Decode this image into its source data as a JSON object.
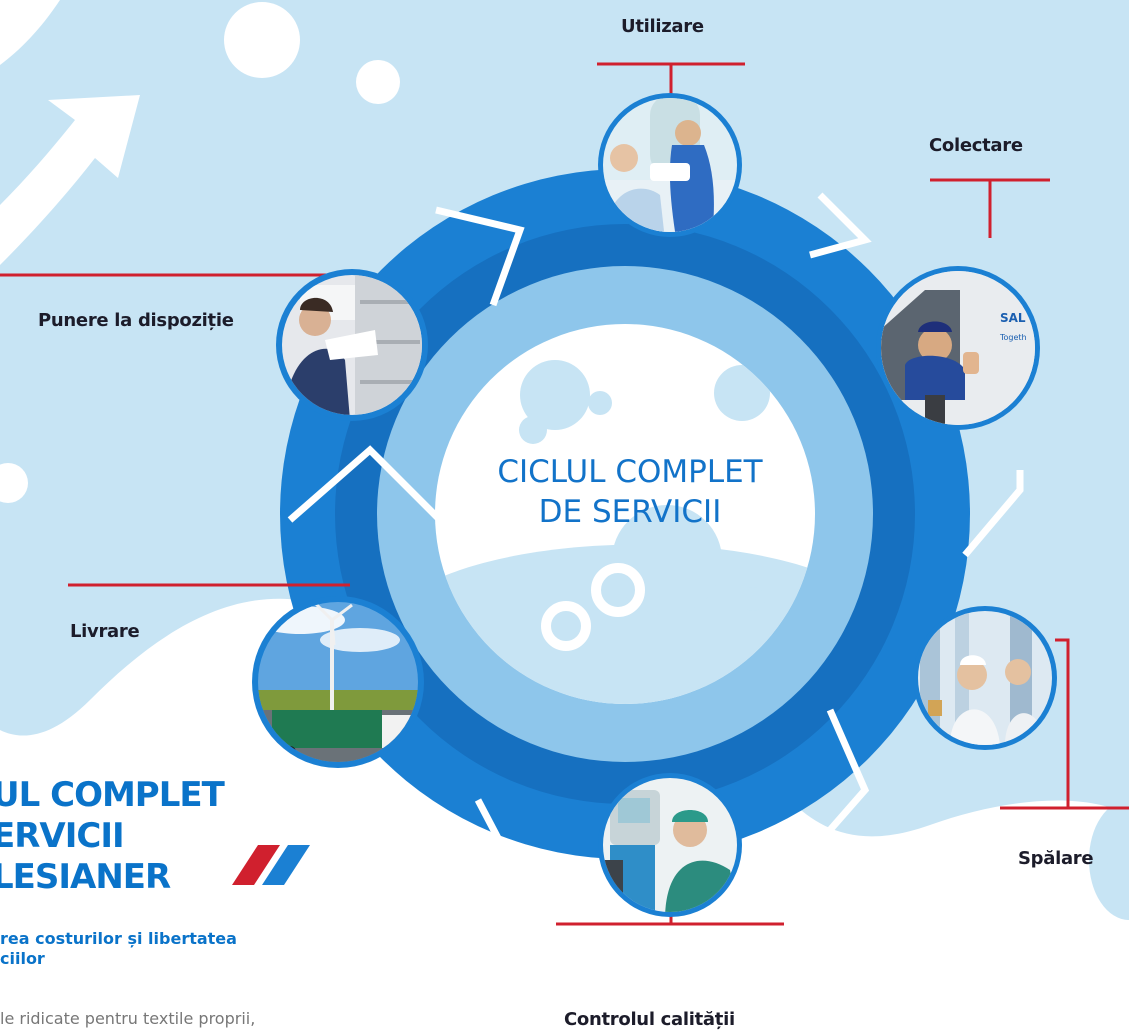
{
  "diagram": {
    "center_title_line1": "CICLUL COMPLET",
    "center_title_line2": "DE SERVICII",
    "stages": [
      {
        "label": "Utilizare",
        "photo": "patient-care-photo"
      },
      {
        "label": "Colectare",
        "photo": "delivery-van-driver-photo"
      },
      {
        "label": "Spălare",
        "photo": "laundry-facility-photo"
      },
      {
        "label": "Controlul calității",
        "photo": "quality-control-photo"
      },
      {
        "label": "Livrare",
        "photo": "truck-on-highway-photo"
      },
      {
        "label": "Punere la dispoziție",
        "photo": "linen-shelves-photo"
      }
    ]
  },
  "brand": {
    "line1": "UL COMPLET",
    "line2": "ERVICII",
    "line3": "LESIANER",
    "tagline_line1": "rea costurilor și libertatea",
    "tagline_line2": "ciilor",
    "body_text": "le ridicate pentru textile proprii,"
  },
  "colors": {
    "ring_outer": "#1b80d3",
    "ring_inner": "#0f6ab8",
    "background_light": "#c7e4f4",
    "accent_red": "#d0202e",
    "title_blue": "#1273c9"
  }
}
